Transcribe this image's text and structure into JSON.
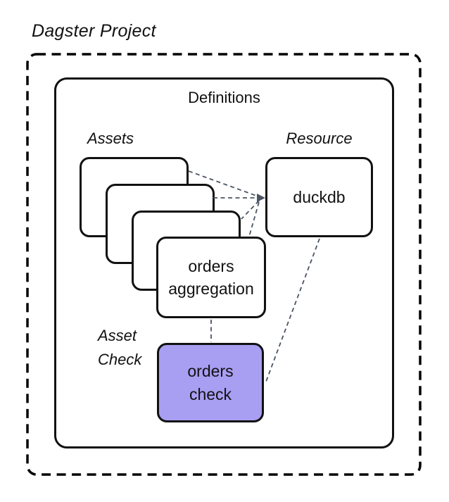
{
  "title": "Dagster Project",
  "definitions": {
    "label": "Definitions"
  },
  "assets": {
    "label": "Assets",
    "stack_count": 4,
    "front_card": {
      "line1": "orders",
      "line2": "aggregation"
    }
  },
  "resource": {
    "label": "Resource",
    "node_label": "duckdb"
  },
  "asset_check": {
    "label_line1": "Asset",
    "label_line2": "Check",
    "node": {
      "line1": "orders",
      "line2": "check"
    }
  },
  "colors": {
    "asset_check_fill": "#a89ef2",
    "connector": "#4b5563",
    "border": "#111111",
    "background": "#ffffff"
  }
}
